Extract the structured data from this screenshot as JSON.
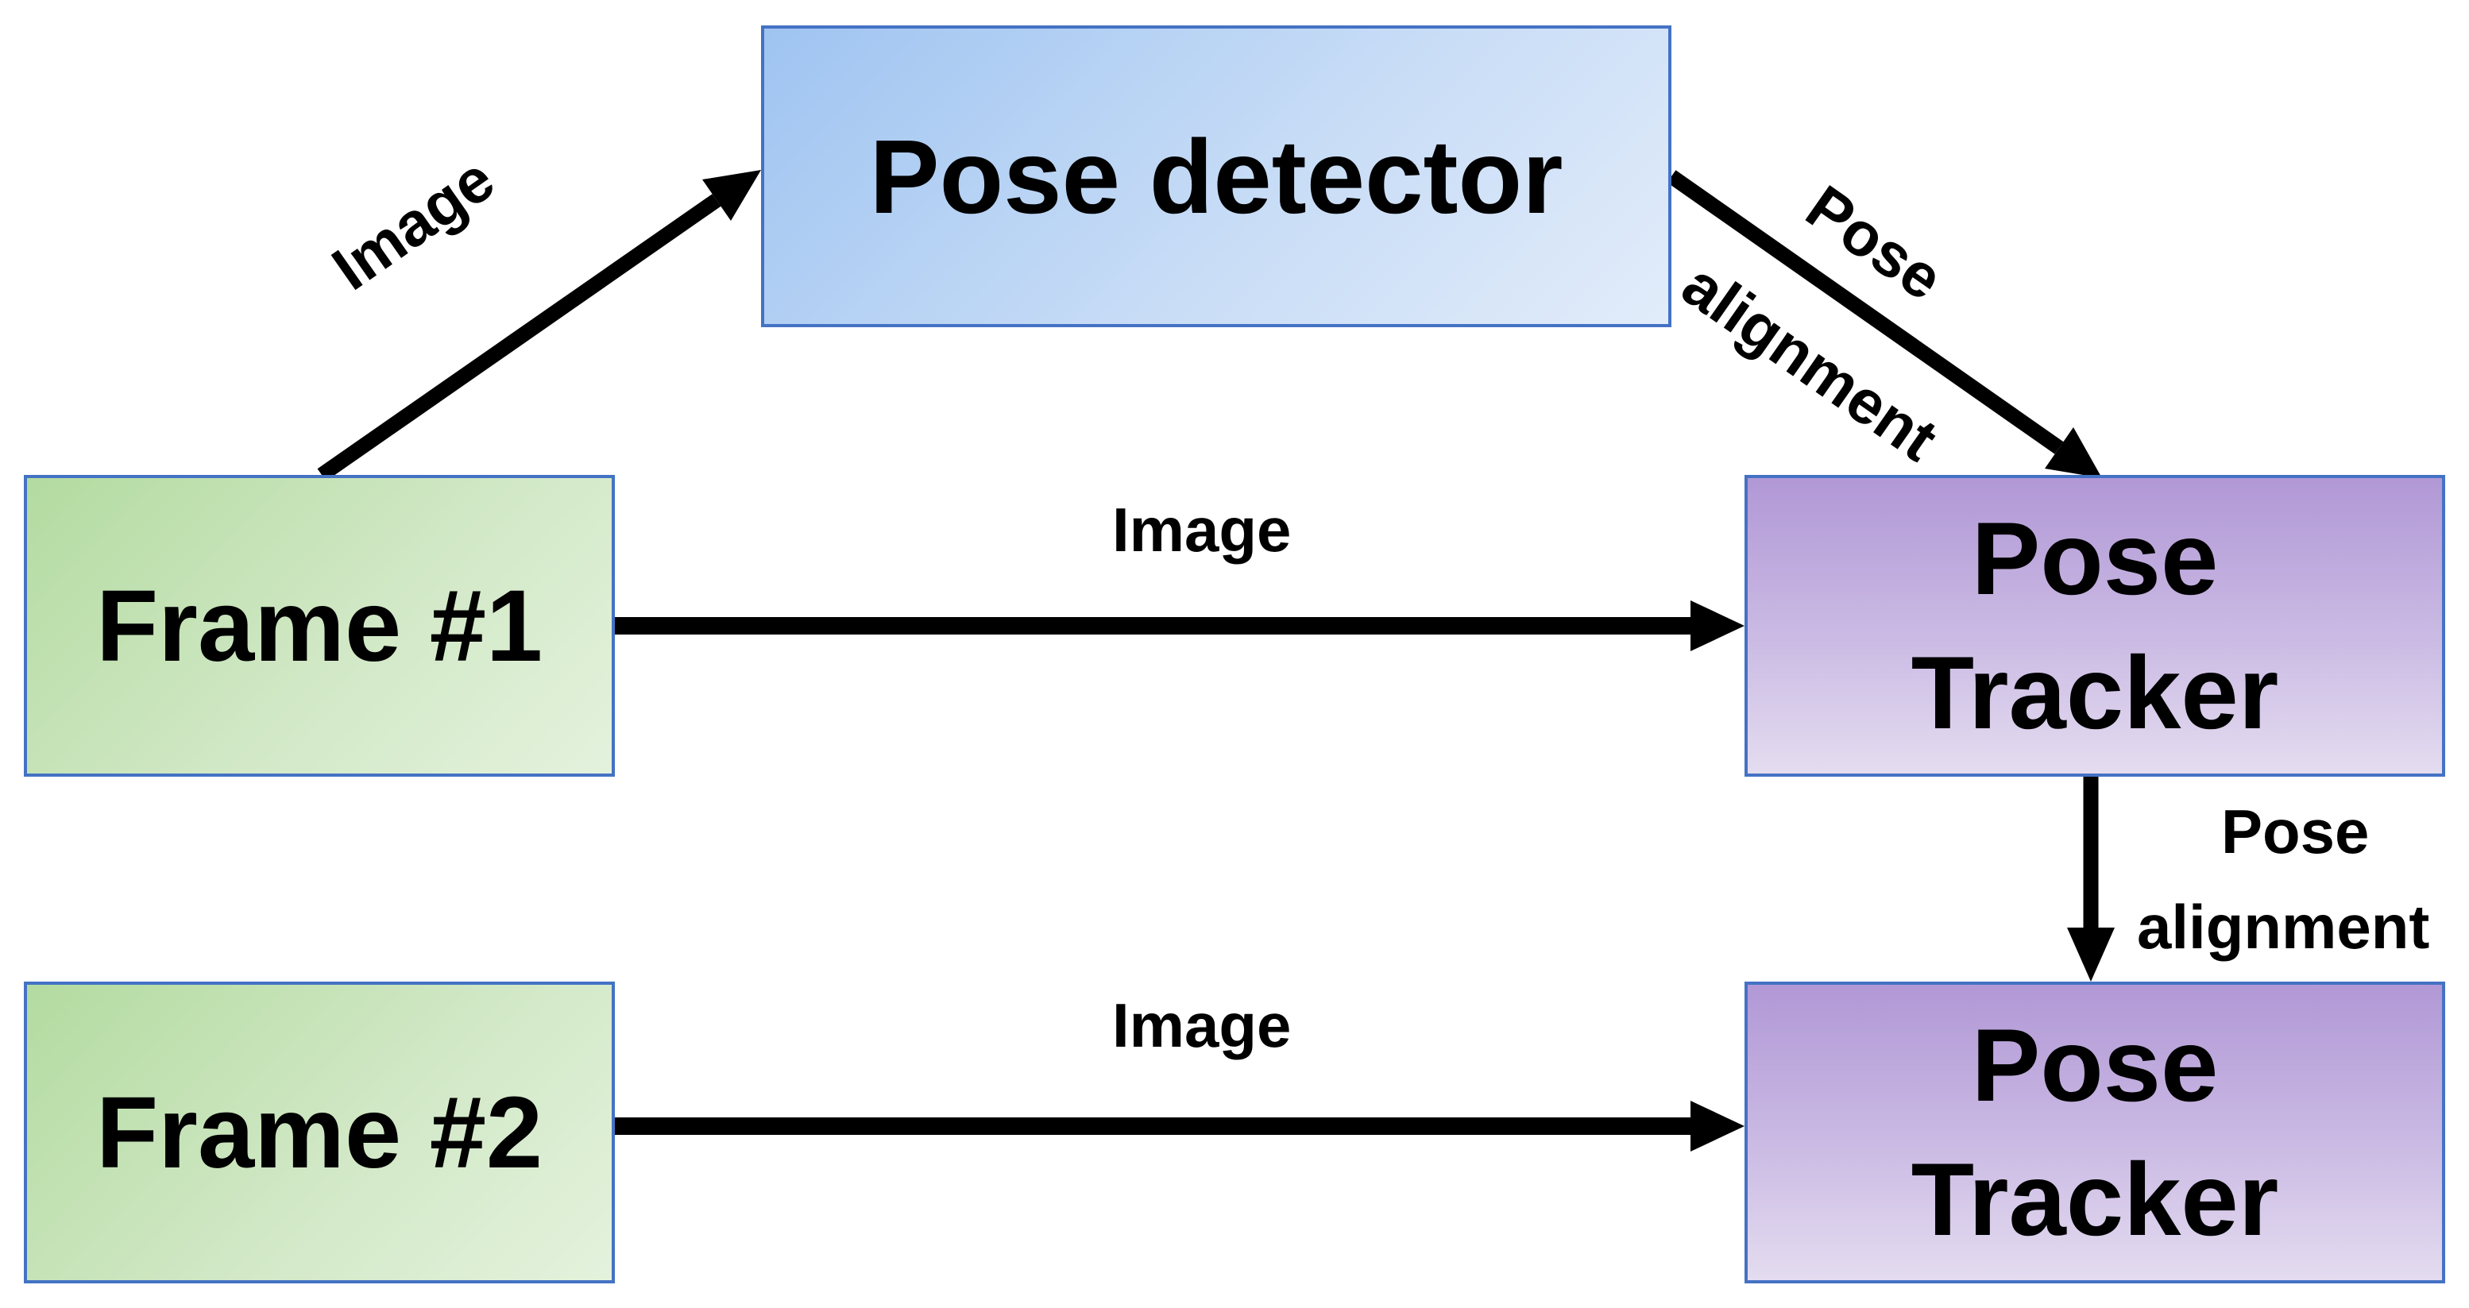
{
  "nodes": {
    "pose_detector": "Pose detector",
    "frame_1": "Frame #1",
    "frame_2": "Frame #2",
    "pose_tracker_1": {
      "line1": "Pose",
      "line2": "Tracker"
    },
    "pose_tracker_2": {
      "line1": "Pose",
      "line2": "Tracker"
    }
  },
  "edge_labels": {
    "frame1_to_detector": "Image",
    "frame1_to_tracker1": "Image",
    "frame2_to_tracker2": "Image",
    "detector_to_tracker1": {
      "line1": "Pose",
      "line2": "alignment"
    },
    "tracker1_to_tracker2": {
      "line1": "Pose",
      "line2": "alignment"
    }
  },
  "colors": {
    "detector_fill": "#bcd4f4",
    "frame_fill": "#cfe6c3",
    "tracker_fill": "#c9b8e2",
    "border": "#4472c4",
    "arrow": "#000000"
  }
}
